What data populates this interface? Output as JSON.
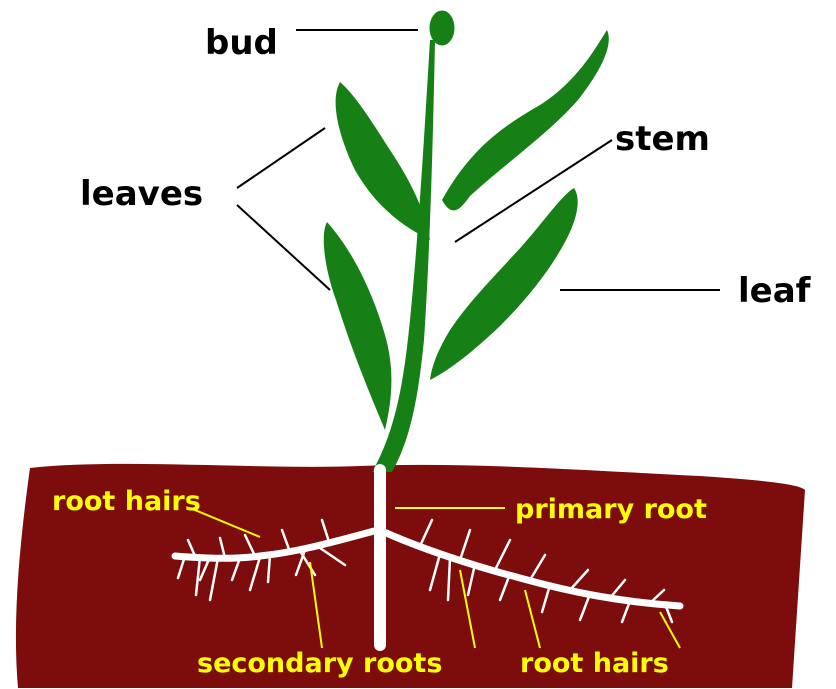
{
  "labels": {
    "bud": "bud",
    "stem": "stem",
    "leaves": "leaves",
    "leaf": "leaf",
    "root_hairs_left": "root hairs",
    "primary_root": "primary root",
    "secondary_roots": "secondary roots",
    "root_hairs_right": "root hairs"
  },
  "colors": {
    "plant": "#168016",
    "soil": "#7d0d0d",
    "roots": "#ffffff",
    "soil_labels": "#ffff00",
    "labels": "#000000"
  }
}
